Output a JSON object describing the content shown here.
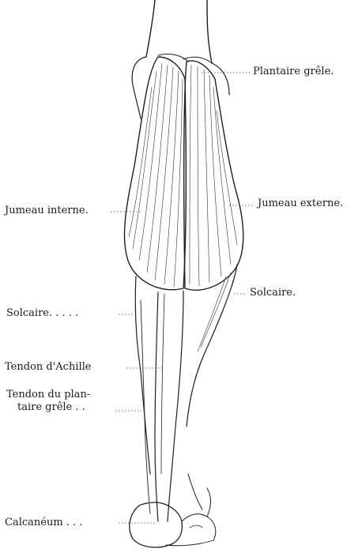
{
  "labels": {
    "plantaire_grele": "Plantaire grêle.",
    "jumeau_interne": "Jumeau interne.",
    "jumeau_externe": "Jumeau externe.",
    "solcaire_left": "Solcaire. . . . .",
    "solcaire_right": "Solcaire.",
    "tendon_achille": "Tendon d'Achille",
    "tendon_plantaire_l1": "Tendon du plan-",
    "tendon_plantaire_l2": "taire grêle . .",
    "calcaneum": "Calcanéum . . ."
  }
}
